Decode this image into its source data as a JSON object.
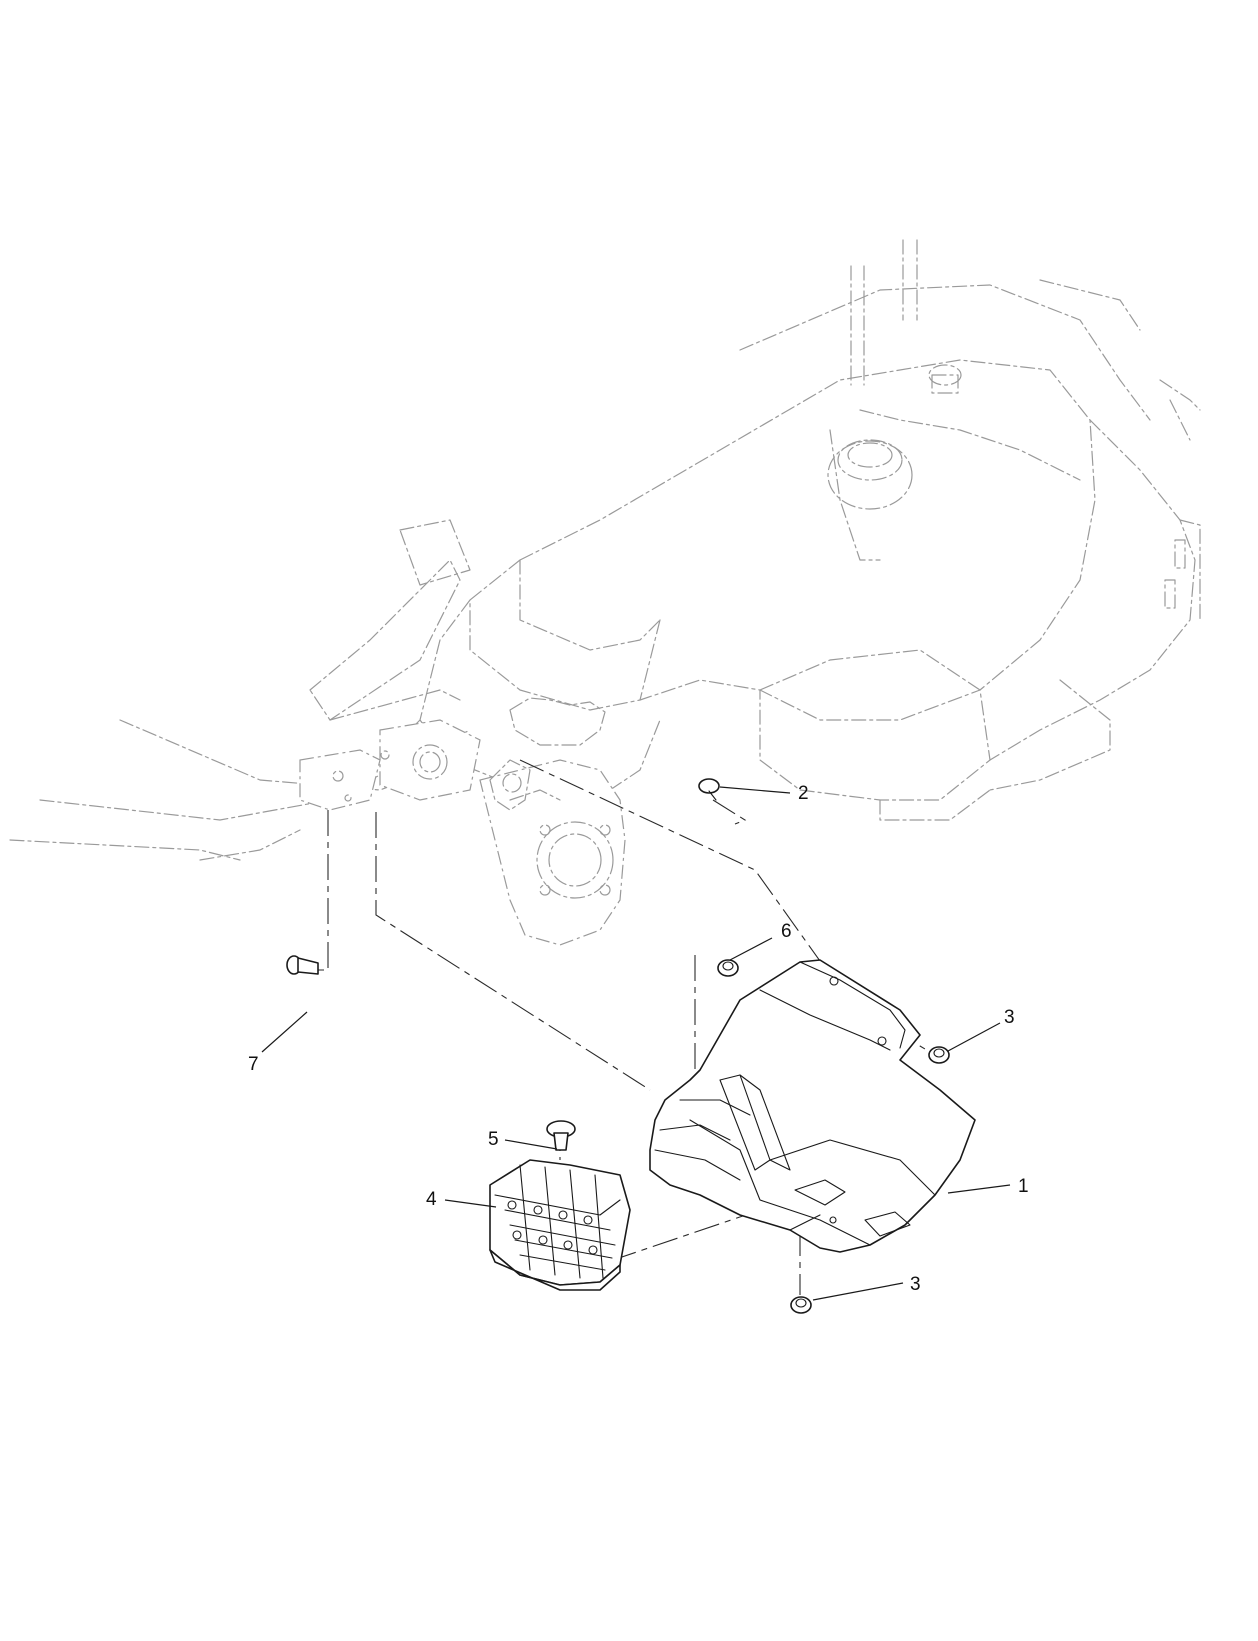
{
  "callouts": [
    {
      "id": "1",
      "text": "1"
    },
    {
      "id": "2",
      "text": "2"
    },
    {
      "id": "3a",
      "text": "3"
    },
    {
      "id": "3b",
      "text": "3"
    },
    {
      "id": "4",
      "text": "4"
    },
    {
      "id": "5",
      "text": "5"
    },
    {
      "id": "6",
      "text": "6"
    },
    {
      "id": "7",
      "text": "7"
    }
  ],
  "colors": {
    "line": "#1a1a1a",
    "ghost": "#9a9a9a",
    "background": "#ffffff"
  }
}
